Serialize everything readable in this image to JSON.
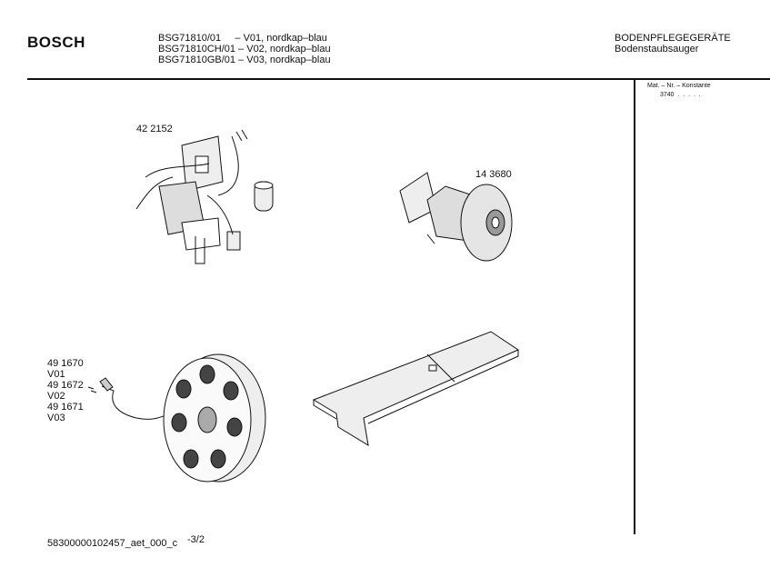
{
  "header": {
    "brand": "BOSCH",
    "models": [
      "BSG71810/01     – V01, nordkap–blau",
      "BSG71810CH/01 – V02, nordkap–blau",
      "BSG71810GB/01 – V03, nordkap–blau"
    ],
    "category": "BODENPFLEGEGERÄTE",
    "subcategory": "Bodenstaubsauger"
  },
  "side": {
    "label": "Mat. – Nr. – Konstante",
    "value": "3740  .  .  .  .  ."
  },
  "parts": {
    "electronics": "42 2152",
    "motor": "14 3680",
    "cord_reel": [
      "49 1670",
      "V01",
      "49 1672",
      "V02",
      "49 1671",
      "V03"
    ]
  },
  "footer": {
    "doc_id": "58300000102457_aet_000_c",
    "page": "-3/2"
  }
}
